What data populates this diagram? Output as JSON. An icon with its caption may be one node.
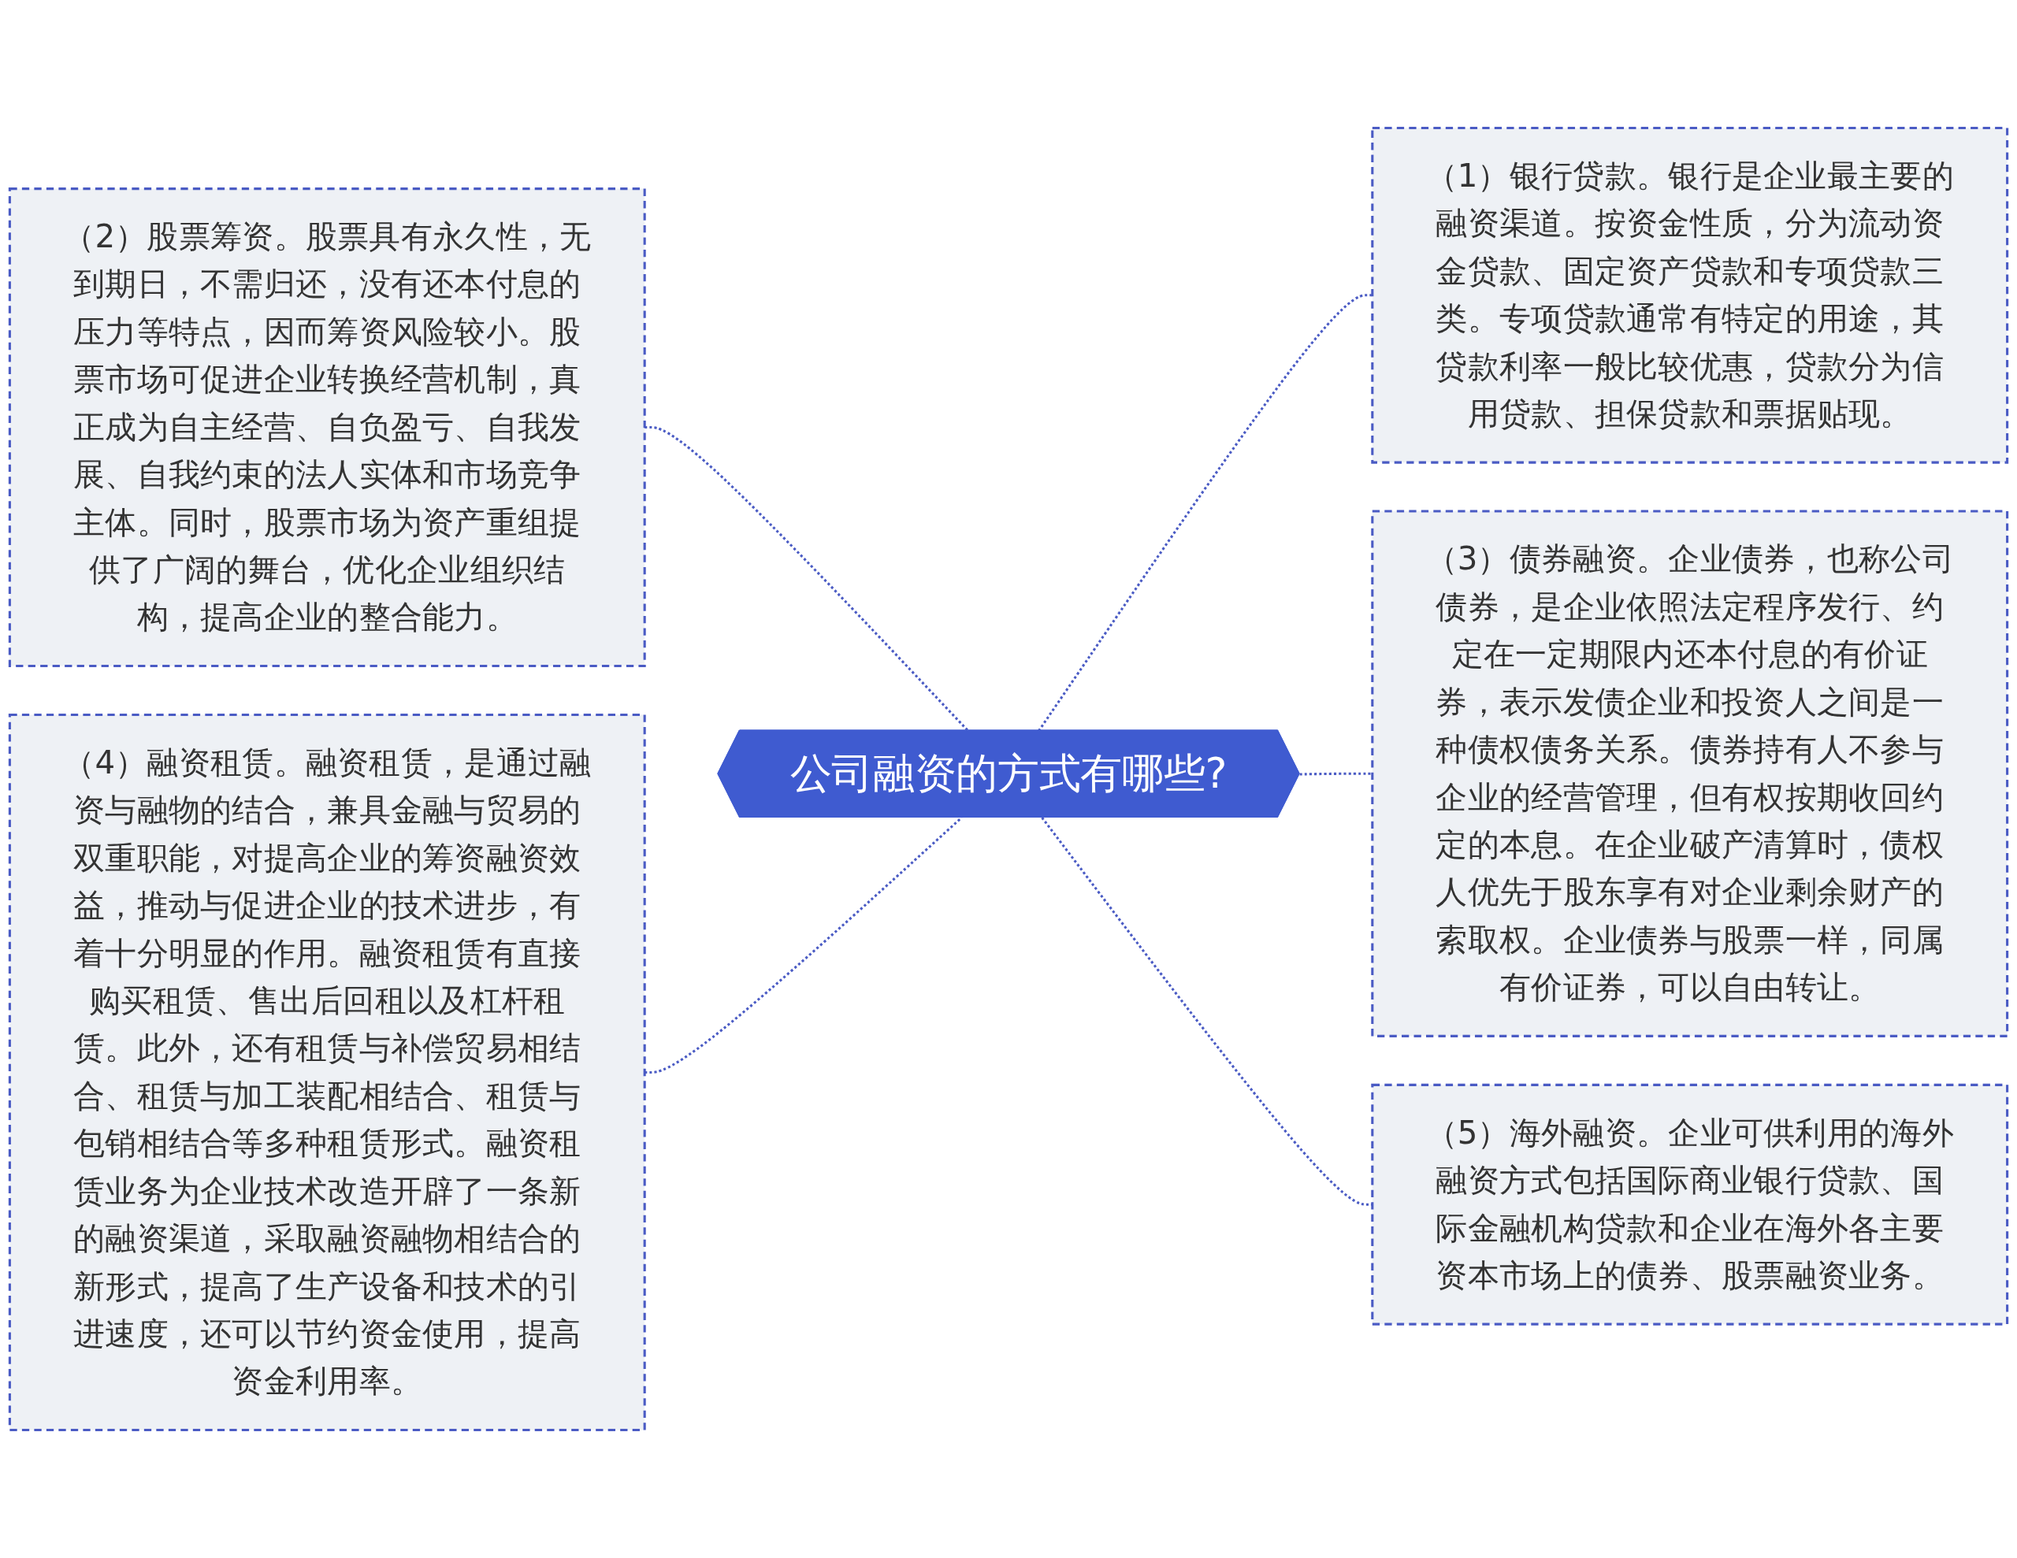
{
  "diagram": {
    "nodes": [
      {
        "text": [
          "公司融资的方式有哪些?"
        ]
      },
      {
        "text": [
          "（1）银行贷款。银行是企业最主要的融资渠道。按资金性质，分为流动资金贷款、固定资产贷款和专项贷款三类。专项贷款通常有特定的用途，其贷款利率一般比较优惠，贷款分为信用贷款、担保贷款和票据贴现。"
        ]
      },
      {
        "text": [
          "（2）股票筹资。股票具有永久性，无到期日，不需归还，没有还本付息的压力等特点，因而筹资风险较小。股票市场可促进企业转换经营机制，真正成为自主经营、自负盈亏、自我发展、自我约束的法人实体和市场竞争主体。同时，股票市场为资产重组提供了广阔的舞台，优化企业组织结构，提高企业的整合能力。"
        ]
      },
      {
        "text": [
          "（3）债券融资。企业债券，也称公司债券，是企业依照法定程序发行、约定在一定期限内还本付息的有价证券，表示发债企业和投资人之间是一种债权债务关系。债券持有人不参与企业的经营管理，但有权按期收回约定的本息。在企业破产清算时，债权人优先于股东享有对企业剩余财产的索取权。企业债券与股票一样，同属有价证券，可以自由转让。"
        ]
      },
      {
        "text": [
          "（4）融资租赁。融资租赁，是通过融资与融物的结合，兼具金融与贸易的双重职能，对提高企业的筹资融资效益，推动与促进企业的技术进步，有着十分明显的作用。融资租赁有直接购买租赁、售出后回租以及杠杆租赁。此外，还有租赁与补偿贸易相结合、租赁与加工装配相结合、租赁与包销相结合等多种租赁形式。融资租赁业务为企业技术改造开辟了一条新的融资渠道，采取融资融物相结合的新形式，提高了生产设备和技术的引进速度，还可以节约资金使用，提高资金利用率。"
        ]
      },
      {
        "text": [
          "（5）海外融资。企业可供利用的海外融资方式包括国际商业银行贷款、国际金融机构贷款和企业在海外各主要资本市场上的债券、股票融资业务。"
        ]
      }
    ],
    "edges": [
      {
        "from": 0,
        "to": 1,
        "arrow": "none",
        "style": "dashed"
      },
      {
        "from": 0,
        "to": 2,
        "arrow": "none",
        "style": "dashed"
      },
      {
        "from": 0,
        "to": 3,
        "arrow": "none",
        "style": "dashed"
      },
      {
        "from": 0,
        "to": 4,
        "arrow": "none",
        "style": "dashed"
      },
      {
        "from": 0,
        "to": 5,
        "arrow": "none",
        "style": "dashed"
      }
    ]
  }
}
